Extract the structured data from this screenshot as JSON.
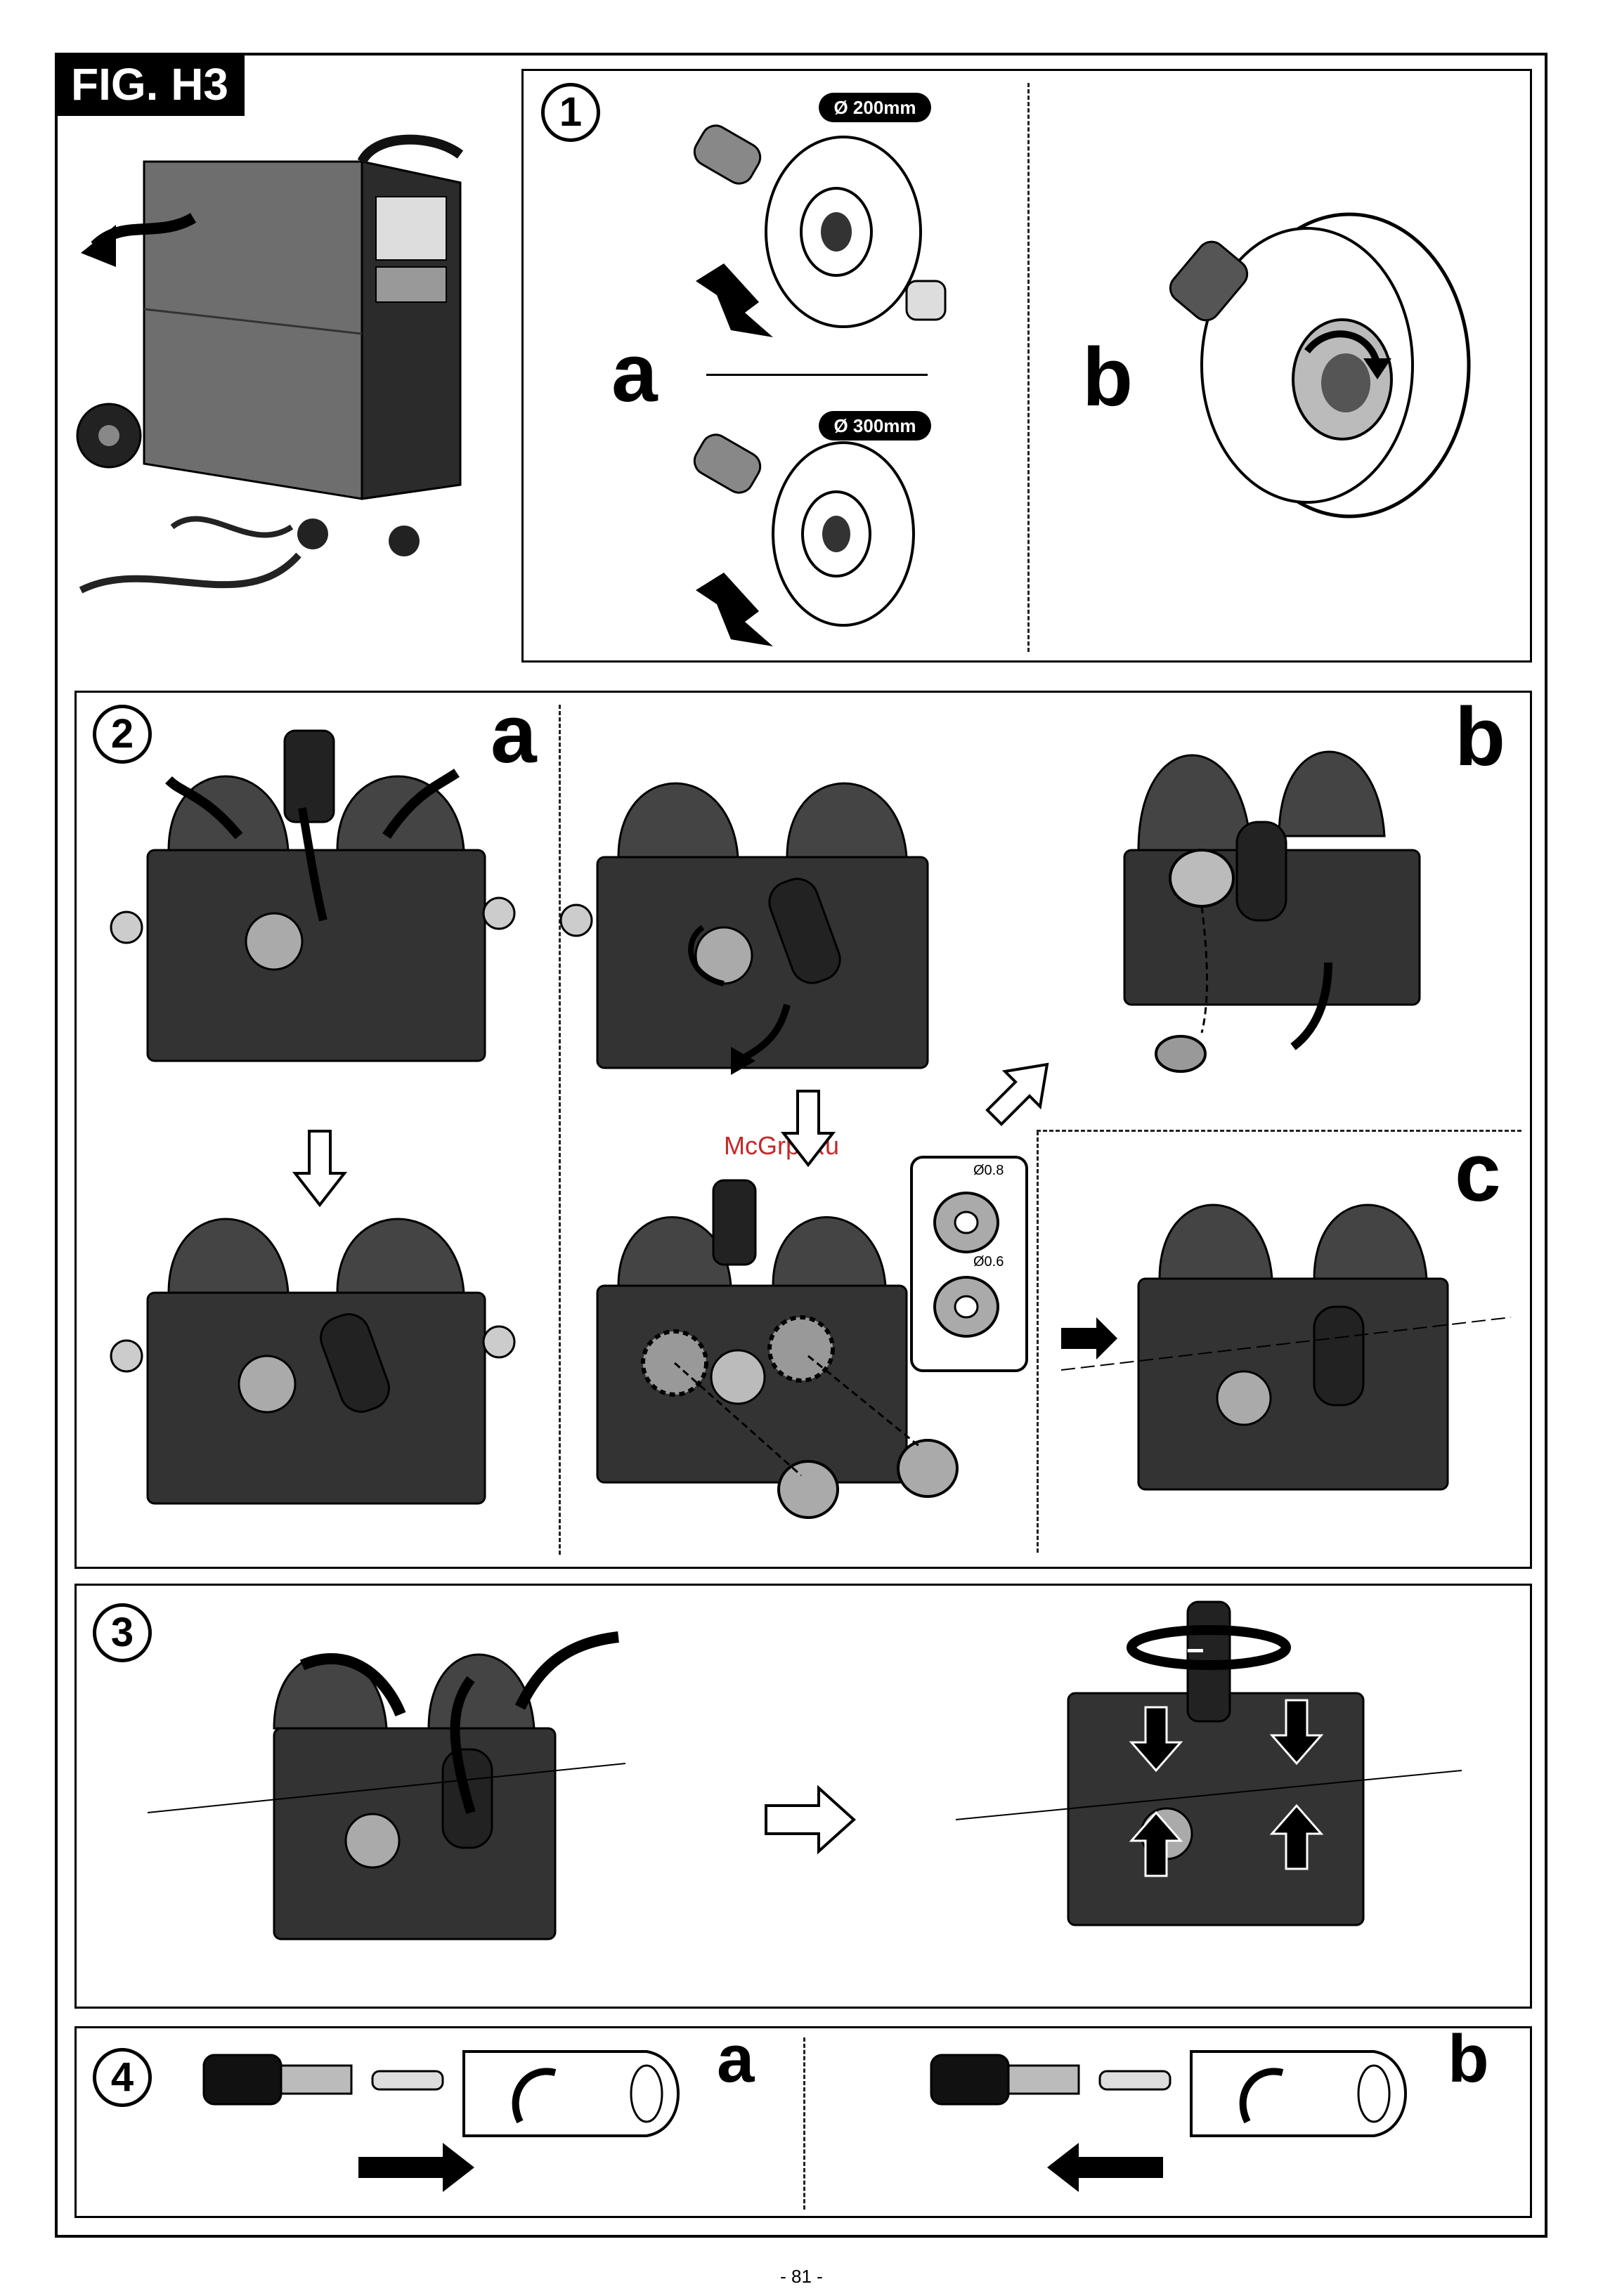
{
  "figure_label": "FIG. H3",
  "step_labels": [
    "1",
    "2",
    "3",
    "4"
  ],
  "sub_labels": {
    "s1a": "a",
    "s1b": "b",
    "s2a": "a",
    "s2b": "b",
    "s2c": "c",
    "s4a": "a",
    "s4b": "b"
  },
  "spool_sizes": {
    "small": "Ø 200mm",
    "large": "Ø 300mm"
  },
  "roller_sizes": {
    "first": "Ø0.8",
    "second": "Ø0.6"
  },
  "tension_signs": {
    "minus": "−",
    "plus": "+"
  },
  "watermark": "McGrp.Ru",
  "page_number": "- 81 -"
}
